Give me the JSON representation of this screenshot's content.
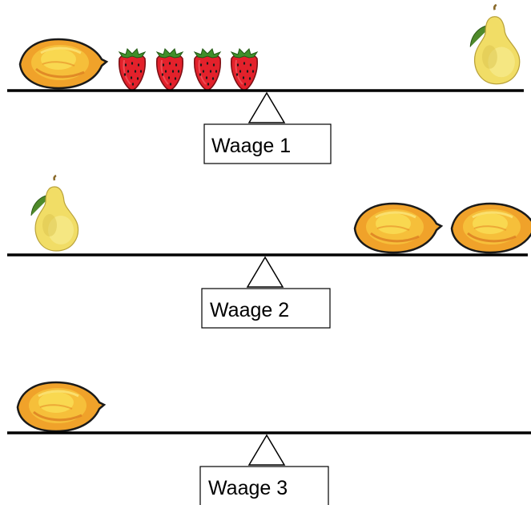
{
  "scales": [
    {
      "label": "Waage 1",
      "left": [
        {
          "fruit": "lemon",
          "icon": "lemon-icon"
        },
        {
          "fruit": "strawberry",
          "icon": "strawberry-icon"
        },
        {
          "fruit": "strawberry",
          "icon": "strawberry-icon"
        },
        {
          "fruit": "strawberry",
          "icon": "strawberry-icon"
        },
        {
          "fruit": "strawberry",
          "icon": "strawberry-icon"
        }
      ],
      "right": [
        {
          "fruit": "pear",
          "icon": "pear-icon"
        }
      ]
    },
    {
      "label": "Waage 2",
      "left": [
        {
          "fruit": "pear",
          "icon": "pear-icon"
        }
      ],
      "right": [
        {
          "fruit": "lemon",
          "icon": "lemon-icon"
        },
        {
          "fruit": "lemon",
          "icon": "lemon-icon"
        }
      ]
    },
    {
      "label": "Waage 3",
      "left": [
        {
          "fruit": "lemon",
          "icon": "lemon-icon"
        }
      ],
      "right": []
    }
  ],
  "colors": {
    "lemon_fill": "#f3a72b",
    "lemon_highlight": "#f8d24a",
    "pear_fill": "#f2e06a",
    "pear_leaf": "#4f8a2a",
    "strawberry_fill": "#e0202a",
    "strawberry_leaf": "#3f8f2a",
    "beam": "#000000"
  }
}
